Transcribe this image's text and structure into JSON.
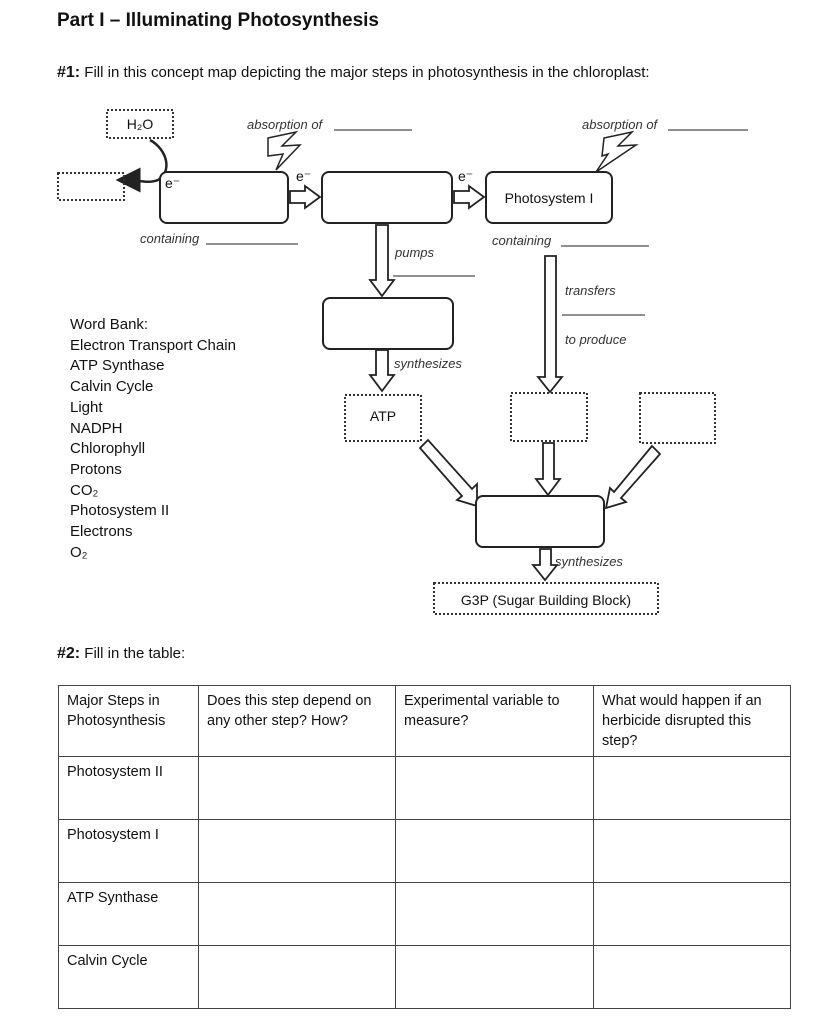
{
  "title": "Part I – Illuminating Photosynthesis",
  "q1": {
    "number": "#1:",
    "text": "Fill in this concept map depicting the major steps in photosynthesis in the chloroplast:"
  },
  "map": {
    "h2o": "H₂O",
    "e1": "e⁻",
    "e2": "e⁻",
    "e3": "e⁻",
    "absorption_left": "absorption of",
    "absorption_right": "absorption of",
    "containing_left": "containing",
    "containing_right": "containing",
    "photosystem_i": "Photosystem I",
    "pumps": "pumps",
    "transfers": "transfers",
    "to_produce": "to produce",
    "synthesizes_1": "synthesizes",
    "atp": "ATP",
    "synthesizes_2": "synthesizes",
    "g3p": "G3P (Sugar Building Block)"
  },
  "word_bank": {
    "heading": "Word Bank:",
    "items": [
      "Electron Transport Chain",
      "ATP Synthase",
      "Calvin Cycle",
      "Light",
      "NADPH",
      "Chlorophyll",
      "Protons",
      "CO₂",
      "Photosystem II",
      "Electrons",
      "O₂"
    ]
  },
  "q2": {
    "number": "#2:",
    "text": "Fill in the table:"
  },
  "table": {
    "headers": [
      "Major Steps in Photosynthesis",
      "Does this step depend on any other step? How?",
      "Experimental variable to measure?",
      "What would happen if an herbicide disrupted this step?"
    ],
    "rows": [
      "Photosystem II",
      "Photosystem I",
      "ATP Synthase",
      "Calvin Cycle"
    ]
  }
}
